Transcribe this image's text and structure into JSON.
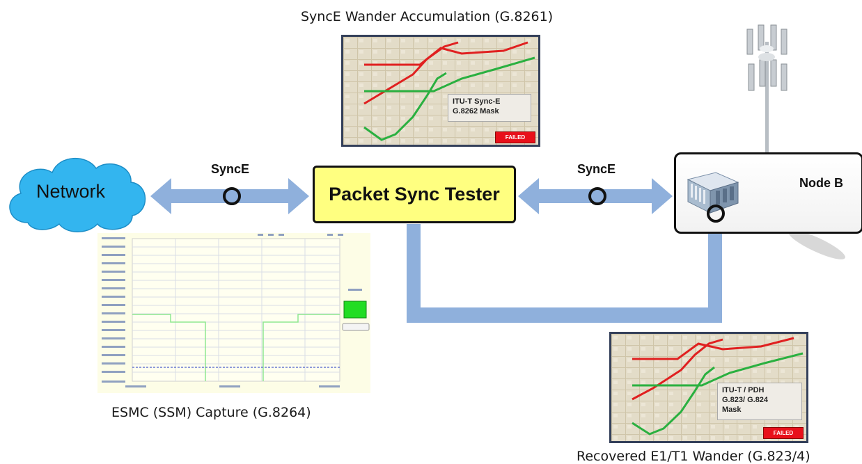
{
  "captions": {
    "wander_top": "SyncE Wander Accumulation (G.8261)",
    "esmc": "ESMC (SSM) Capture (G.8264)",
    "wander_bottom": "Recovered E1/T1 Wander (G.823/4)"
  },
  "nodes": {
    "network": "Network",
    "tester": "Packet Sync Tester",
    "nodeb": "Node B"
  },
  "links": {
    "left_label": "SyncE",
    "right_label": "SyncE"
  },
  "panels": {
    "top_mask": "ITU-T Sync-E\nG.8262 Mask",
    "top_status": "FAILED",
    "bottom_mask": "ITU-T / PDH\nG.823/ G.824\nMask",
    "bottom_status": "FAILED"
  },
  "colors": {
    "arrow": "#8fb0dc",
    "tester_fill": "#ffff80",
    "cloud": "#33b5ef",
    "fail_red": "#e8101a",
    "curve_red": "#e02020",
    "curve_green": "#2ab040"
  }
}
